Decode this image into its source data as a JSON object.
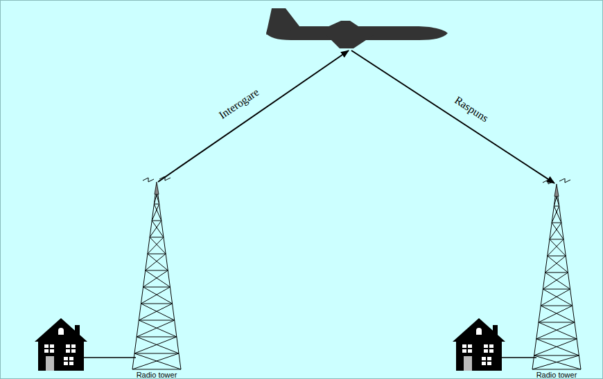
{
  "diagram": {
    "nodes": [
      {
        "text": [
          "Radio tower"
        ]
      },
      {
        "text": [
          "Radio tower"
        ]
      }
    ],
    "labels": [
      "Interogare",
      "Raspuns"
    ]
  }
}
